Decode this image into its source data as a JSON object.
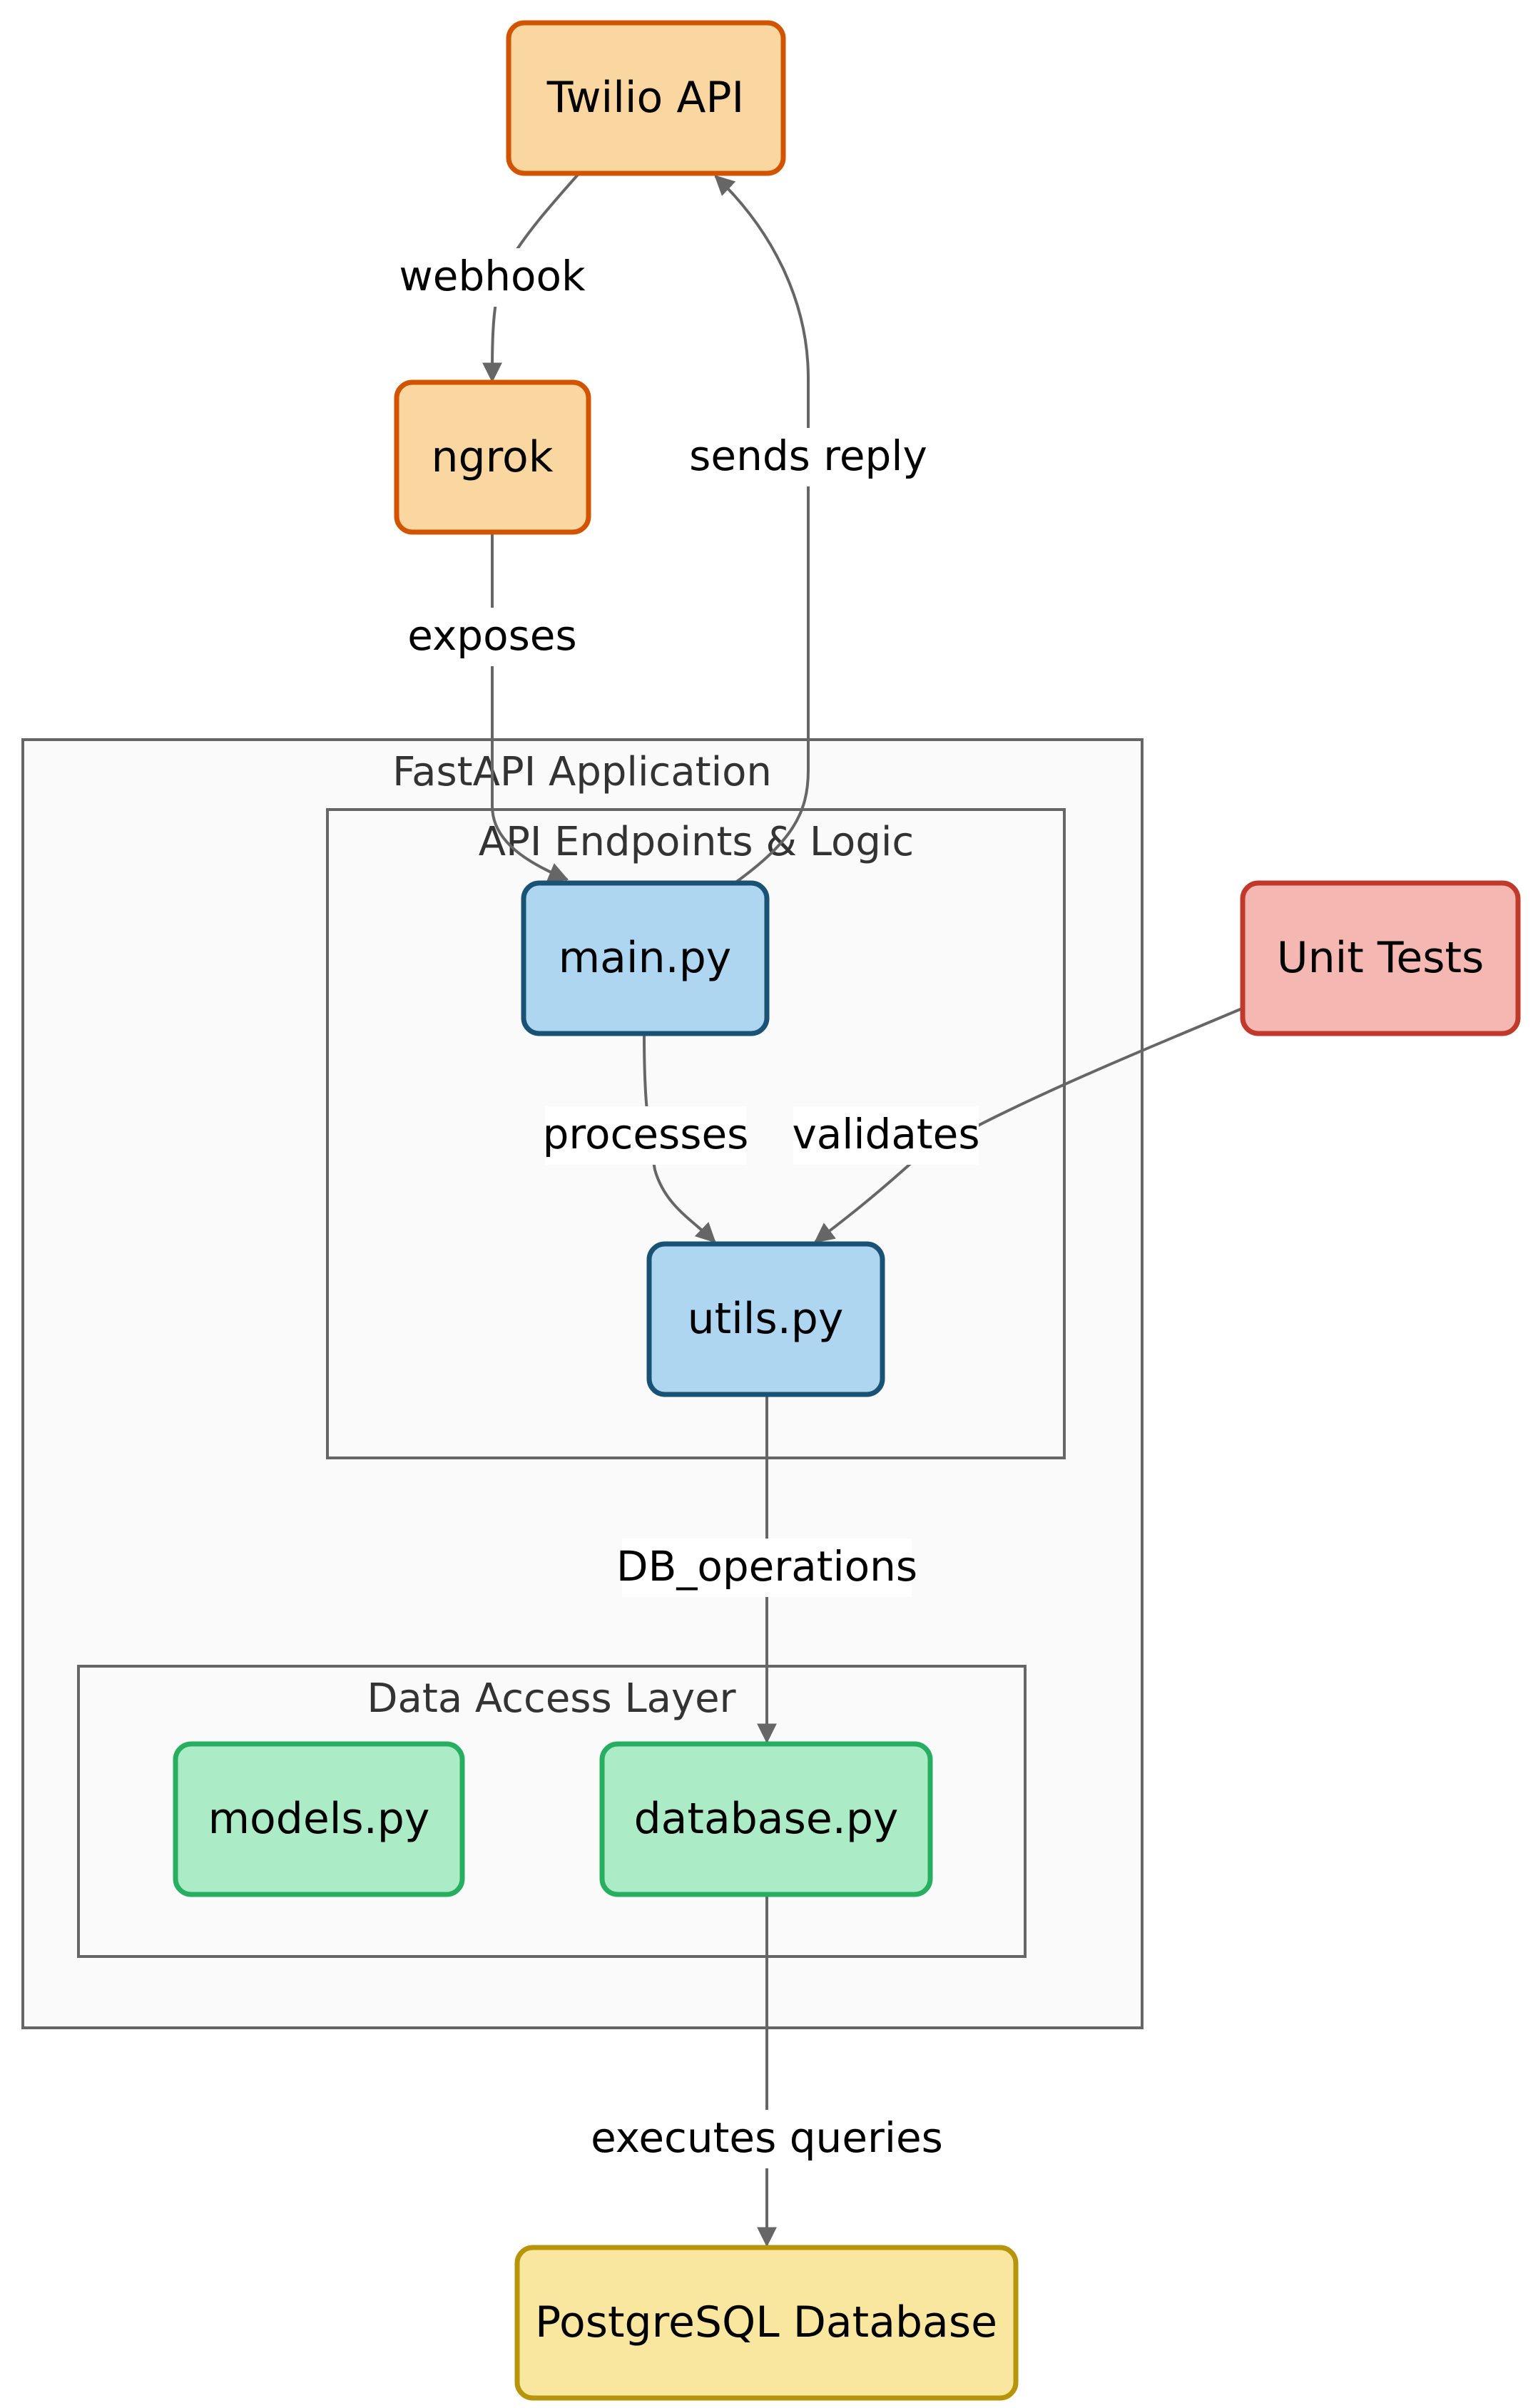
{
  "clusters": {
    "fastapi": "FastAPI Application",
    "endpoints": "API Endpoints & Logic",
    "data_access": "Data Access Layer"
  },
  "nodes": {
    "twilio": {
      "label": "Twilio API",
      "fill": "#fad7a0",
      "stroke": "#d35400"
    },
    "ngrok": {
      "label": "ngrok",
      "fill": "#fad7a0",
      "stroke": "#d35400"
    },
    "main": {
      "label": "main.py",
      "fill": "#aed6f1",
      "stroke": "#1a5276"
    },
    "utils": {
      "label": "utils.py",
      "fill": "#aed6f1",
      "stroke": "#1a5276"
    },
    "tests": {
      "label": "Unit Tests",
      "fill": "#f5b7b1",
      "stroke": "#c0392b"
    },
    "models": {
      "label": "models.py",
      "fill": "#abebc6",
      "stroke": "#27ae60"
    },
    "database": {
      "label": "database.py",
      "fill": "#abebc6",
      "stroke": "#27ae60"
    },
    "postgres": {
      "label": "PostgreSQL Database",
      "fill": "#f9e79f",
      "stroke": "#b7950b"
    }
  },
  "edges": {
    "webhook": "webhook",
    "sends_reply": "sends reply",
    "exposes": "exposes",
    "processes": "processes",
    "validates": "validates",
    "db_operations": "DB_operations",
    "executes_queries": "executes queries"
  },
  "colors": {
    "edge": "#666666",
    "cluster_fill": "#fafafa",
    "cluster_stroke": "#666666"
  }
}
